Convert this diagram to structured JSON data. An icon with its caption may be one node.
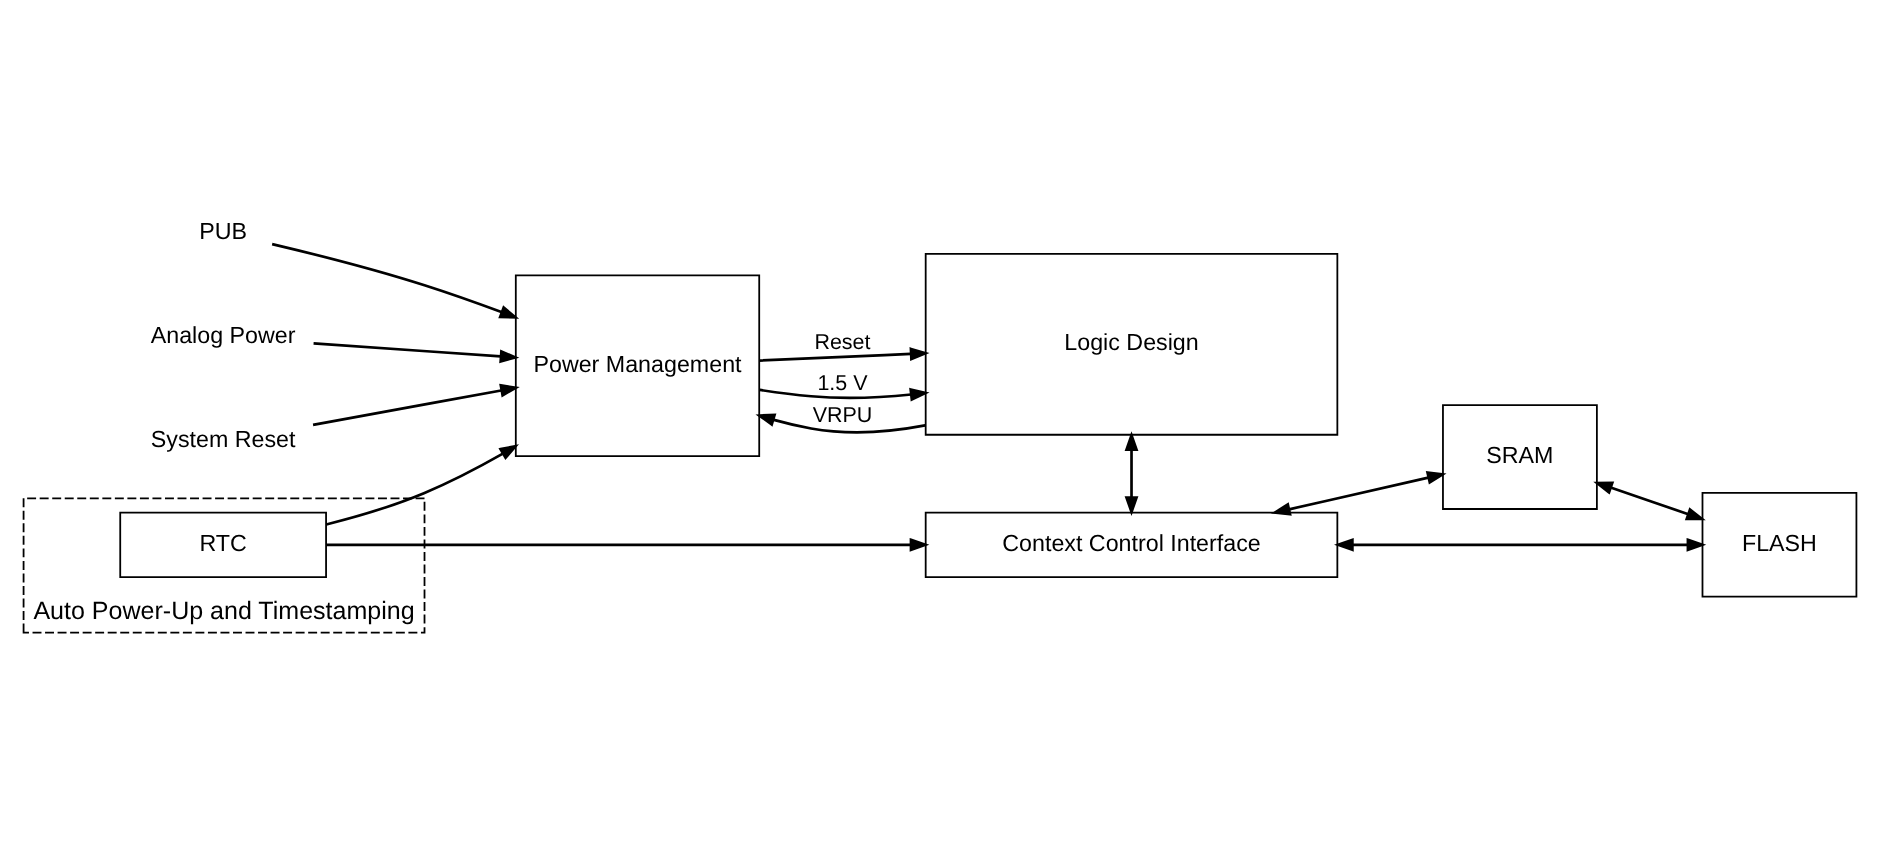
{
  "diagram": {
    "nodes": [
      {
        "text": [
          "Analog Power"
        ]
      },
      {
        "text": [
          "System Reset"
        ]
      },
      {
        "text": [
          "PUB"
        ]
      },
      {
        "text": [
          "Power Management"
        ]
      },
      {
        "text": [
          "Logic Design"
        ]
      },
      {
        "text": [
          "Auto Power-Up and Timestamping"
        ]
      },
      {
        "text": [
          "RTC"
        ],
        "in": 5
      },
      {
        "text": [
          "Context Control Interface"
        ]
      },
      {
        "text": [
          "SRAM"
        ]
      },
      {
        "text": [
          "FLASH"
        ]
      }
    ],
    "edges": [
      {
        "from": 0,
        "to": 3,
        "arrow": "to"
      },
      {
        "from": 1,
        "to": 3,
        "arrow": "to"
      },
      {
        "from": 2,
        "to": 3,
        "arrow": "to"
      },
      {
        "from": 3,
        "to": 4,
        "arrow": "to",
        "label": "1.5 V"
      },
      {
        "from": 3,
        "to": 4,
        "arrow": "to",
        "label": "Reset"
      },
      {
        "from": 4,
        "to": 3,
        "arrow": "to",
        "label": "VRPU"
      },
      {
        "from": 6,
        "to": 3,
        "arrow": "to"
      },
      {
        "from": 6,
        "to": 7,
        "arrow": "to"
      },
      {
        "from": 4,
        "to": 7,
        "arrow": "both"
      },
      {
        "from": 7,
        "to": 8,
        "arrow": "both"
      },
      {
        "from": 7,
        "to": 9,
        "arrow": "both"
      },
      {
        "from": 8,
        "to": 9,
        "arrow": "both"
      }
    ]
  }
}
